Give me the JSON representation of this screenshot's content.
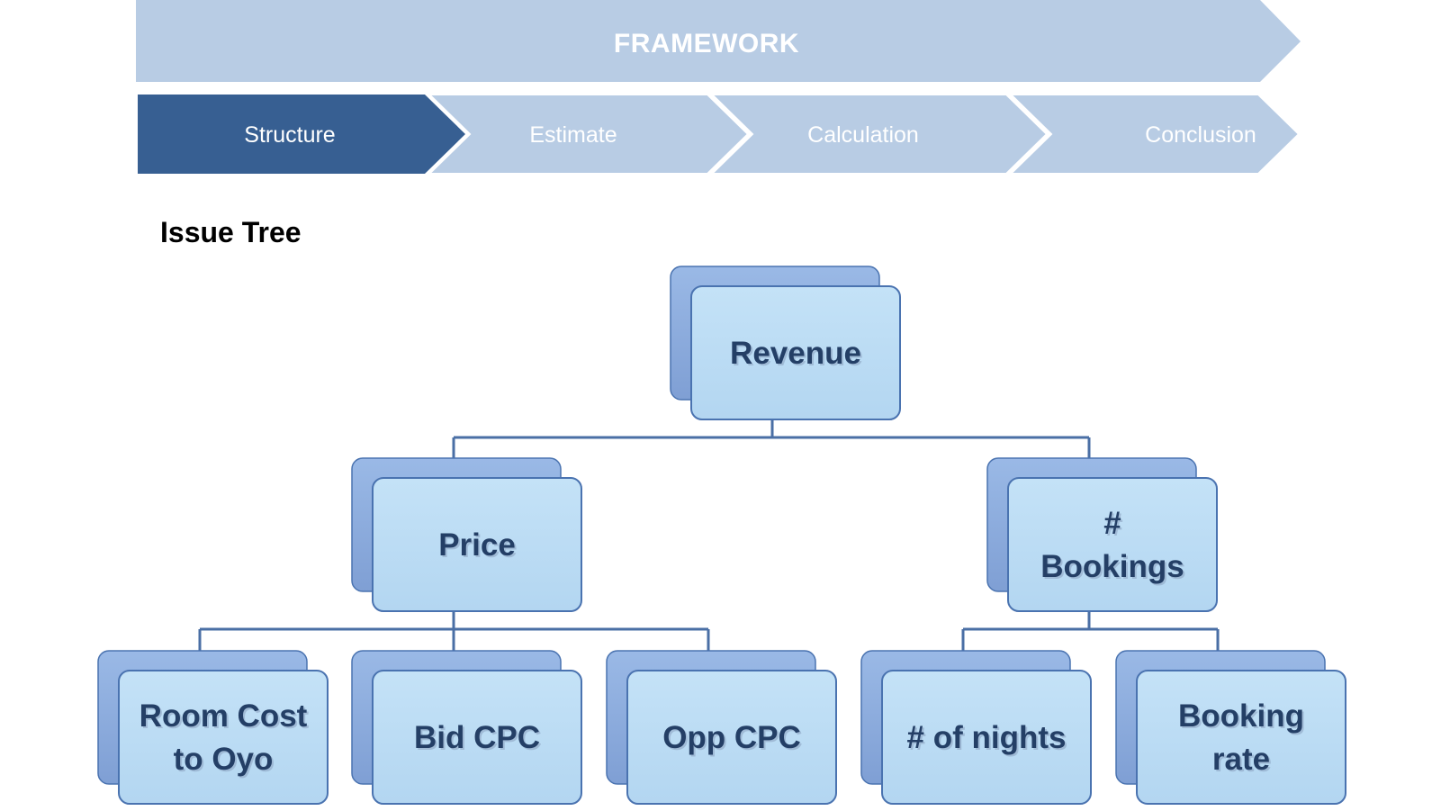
{
  "framework": {
    "title": "FRAMEWORK",
    "steps": [
      {
        "label": "Structure",
        "active": true
      },
      {
        "label": "Estimate",
        "active": false
      },
      {
        "label": "Calculation",
        "active": false
      },
      {
        "label": "Conclusion",
        "active": false
      }
    ]
  },
  "section_title": "Issue Tree",
  "tree": {
    "root": {
      "lines": [
        "Revenue"
      ]
    },
    "level1": [
      {
        "lines": [
          "Price"
        ]
      },
      {
        "lines": [
          "#",
          "Bookings"
        ]
      }
    ],
    "level2": [
      {
        "parent": 0,
        "lines": [
          "Room Cost",
          "to Oyo"
        ]
      },
      {
        "parent": 0,
        "lines": [
          "Bid CPC"
        ]
      },
      {
        "parent": 0,
        "lines": [
          "Opp CPC"
        ]
      },
      {
        "parent": 1,
        "lines": [
          "# of nights"
        ]
      },
      {
        "parent": 1,
        "lines": [
          "Booking",
          "rate"
        ]
      }
    ]
  },
  "colors": {
    "banner": "#b8cce4",
    "step_active": "#375f92",
    "step_inactive": "#b8cce4",
    "node_fill": "#b9dbf4",
    "node_back": "#8daee0",
    "node_border": "#4a73b0",
    "node_text": "#243f66",
    "connector": "#4a6fa5"
  }
}
